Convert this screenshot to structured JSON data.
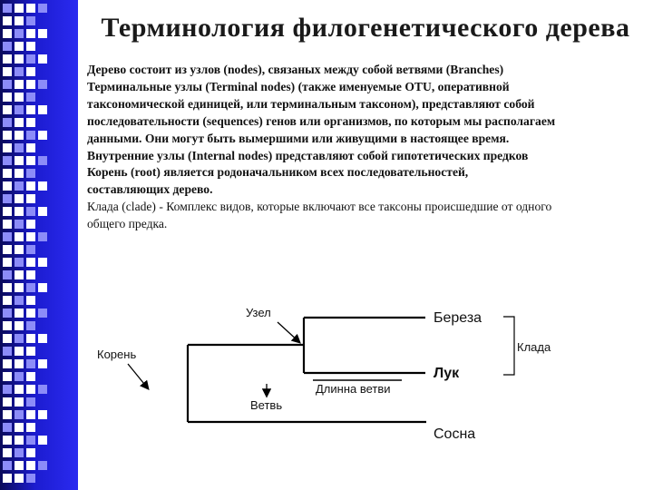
{
  "title": "Терминология филогенетического дерева",
  "text_lines": [
    {
      "text": "Дерево состоит из узлов (nodes), связаных между собой ветвями (Branches)",
      "bold": true
    },
    {
      "text": "Терминальные узлы (Terminal nodes) (также именуемые OTU, оперативной",
      "bold": true
    },
    {
      "text": "таксономической единицей, или терминальным таксоном), представляют собой",
      "bold": true
    },
    {
      "text": "последовательности (sequences) генов или организмов, по которым мы располагаем",
      "bold": true
    },
    {
      "text": "данными. Они могут быть вымершими или живущими в настоящее время.",
      "bold": true
    },
    {
      "text": "Внутренние узлы (Internal nodes) представляют собой гипотетических предков",
      "bold": true
    },
    {
      "text": "Корень (root) является родоначальником всех последовательностей,",
      "bold": true
    },
    {
      "text": " составляющих дерево.",
      "bold": true
    },
    {
      "text": "Клада (clade) - Комплекс видов, которые включают все таксоны происшедшие от одного",
      "bold": false
    },
    {
      "text": "общего предка.",
      "bold": false
    }
  ],
  "diagram": {
    "labels": {
      "node": "Узел",
      "root": "Корень",
      "branch": "Ветвь",
      "branch_length": "Длинна ветви",
      "clade": "Клада"
    },
    "taxa": [
      "Береза",
      "Лук",
      "Сосна"
    ]
  }
}
